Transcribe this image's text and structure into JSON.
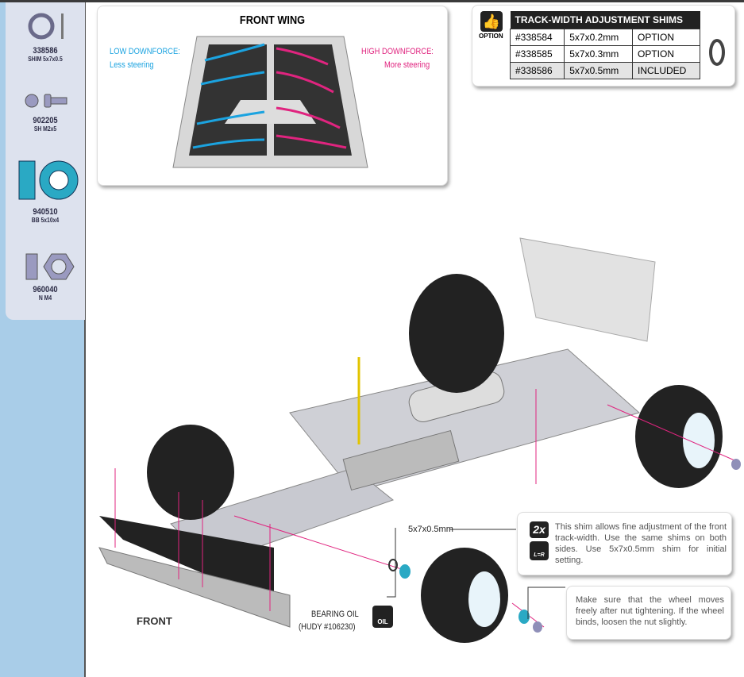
{
  "parts": [
    {
      "number": "338586",
      "desc": "SHIM 5x7x0.5"
    },
    {
      "number": "902205",
      "desc": "SH M2x5"
    },
    {
      "number": "940510",
      "desc": "BB 5x10x4"
    },
    {
      "number": "960040",
      "desc": "N M4"
    }
  ],
  "front_wing": {
    "title": "FRONT WING",
    "low_label": "LOW DOWNFORCE:",
    "low_sub": "Less steering",
    "high_label": "HIGH DOWNFORCE:",
    "high_sub": "More steering"
  },
  "shims": {
    "option_label": "OPTION",
    "header": "TRACK-WIDTH ADJUSTMENT SHIMS",
    "rows": [
      [
        "#338584",
        "5x7x0.2mm",
        "OPTION"
      ],
      [
        "#338585",
        "5x7x0.3mm",
        "OPTION"
      ],
      [
        "#338586",
        "5x7x0.5mm",
        "INCLUDED"
      ]
    ]
  },
  "callout_shim": {
    "label": "5x7x0.5mm",
    "badge": "2x",
    "lr": "L=R",
    "text": "This shim allows fine adjustment of the front track-width. Use the same shims on both sides. Use 5x7x0.5mm shim for initial setting."
  },
  "callout_wheel": {
    "text": "Make sure that the wheel moves freely after nut tightening. If the wheel binds, loosen the nut slightly."
  },
  "bearing_oil": {
    "label": "BEARING OIL",
    "ref": "(HUDY #106230)",
    "icon_text": "OIL"
  },
  "front_label": "FRONT",
  "colors": {
    "cyan": "#1ba3e0",
    "magenta": "#e0247f",
    "bearing": "#2aa9c4"
  }
}
